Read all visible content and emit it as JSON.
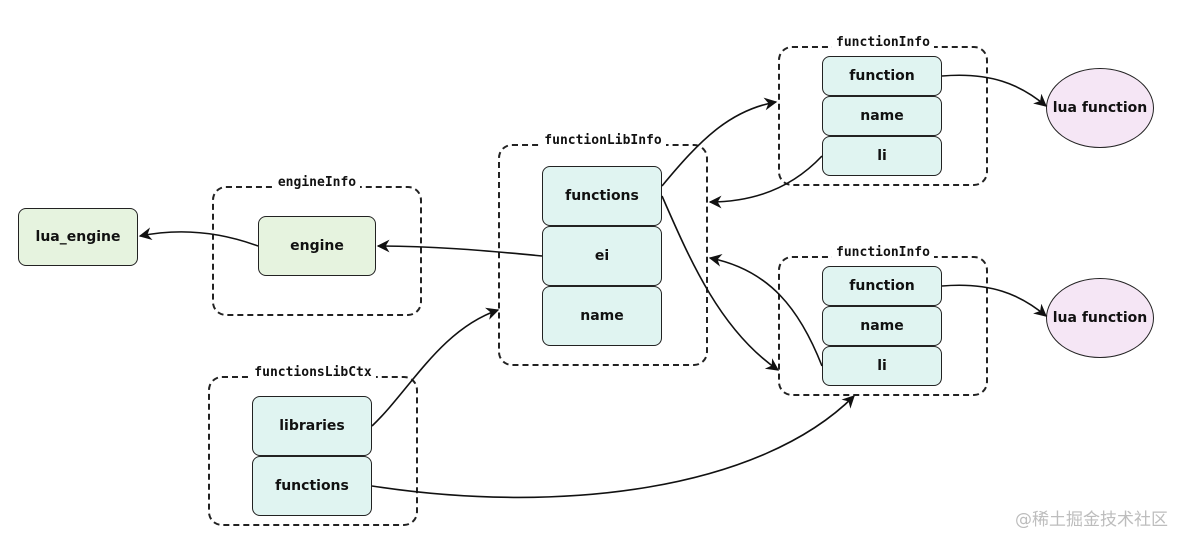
{
  "groups": {
    "engine_info": "engineInfo",
    "function_lib_info": "functionLibInfo",
    "functions_lib_ctx": "functionsLibCtx",
    "function_info_top": "functionInfo",
    "function_info_bottom": "functionInfo"
  },
  "nodes": {
    "lua_engine": "lua_engine",
    "engine": "engine",
    "lib_functions": "functions",
    "lib_ei": "ei",
    "lib_name": "name",
    "ctx_libraries": "libraries",
    "ctx_functions": "functions",
    "fi_top_function": "function",
    "fi_top_name": "name",
    "fi_top_li": "li",
    "fi_bottom_function": "function",
    "fi_bottom_name": "name",
    "fi_bottom_li": "li",
    "lua_function_top": "lua function",
    "lua_function_bottom": "lua function"
  },
  "watermark": "@稀土掘金技术社区",
  "colors": {
    "field_fill": "#e0f4f1",
    "engine_fill": "#e6f3df",
    "lua_function_fill": "#f5e6f5",
    "stroke": "#222222"
  }
}
